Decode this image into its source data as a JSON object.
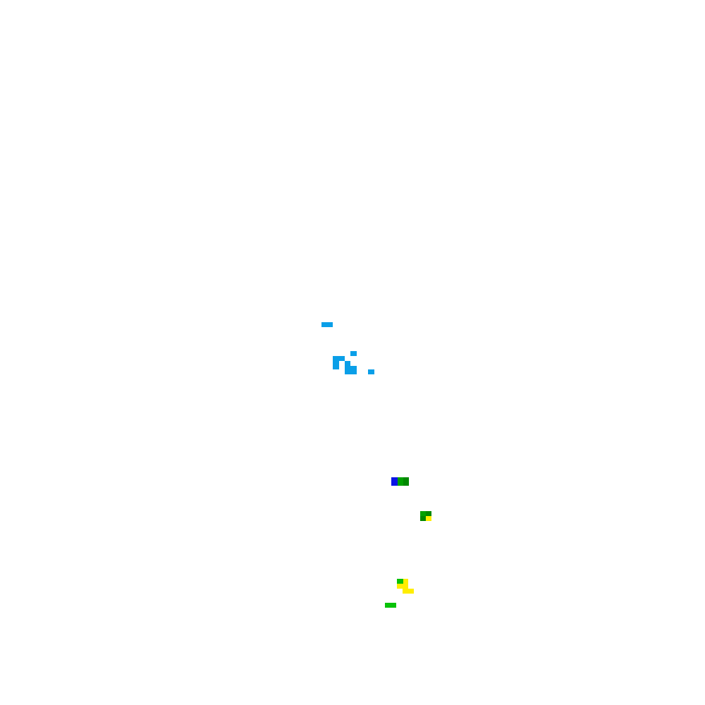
{
  "palette": {
    "background": "#ffffff",
    "light_blue": "#0a9fe8",
    "blue": "#0a14e6",
    "green": "#00a000",
    "dark_green": "#008800",
    "bright_green": "#08c208",
    "yellow": "#ffee00"
  },
  "clusters": [
    {
      "id": "north-patches",
      "color_keys": [
        "light_blue"
      ]
    },
    {
      "id": "middle-patches",
      "color_keys": [
        "blue",
        "green",
        "dark_green"
      ]
    },
    {
      "id": "east-patches",
      "color_keys": [
        "dark_green",
        "yellow"
      ]
    },
    {
      "id": "south-patches",
      "color_keys": [
        "bright_green",
        "yellow"
      ]
    }
  ]
}
